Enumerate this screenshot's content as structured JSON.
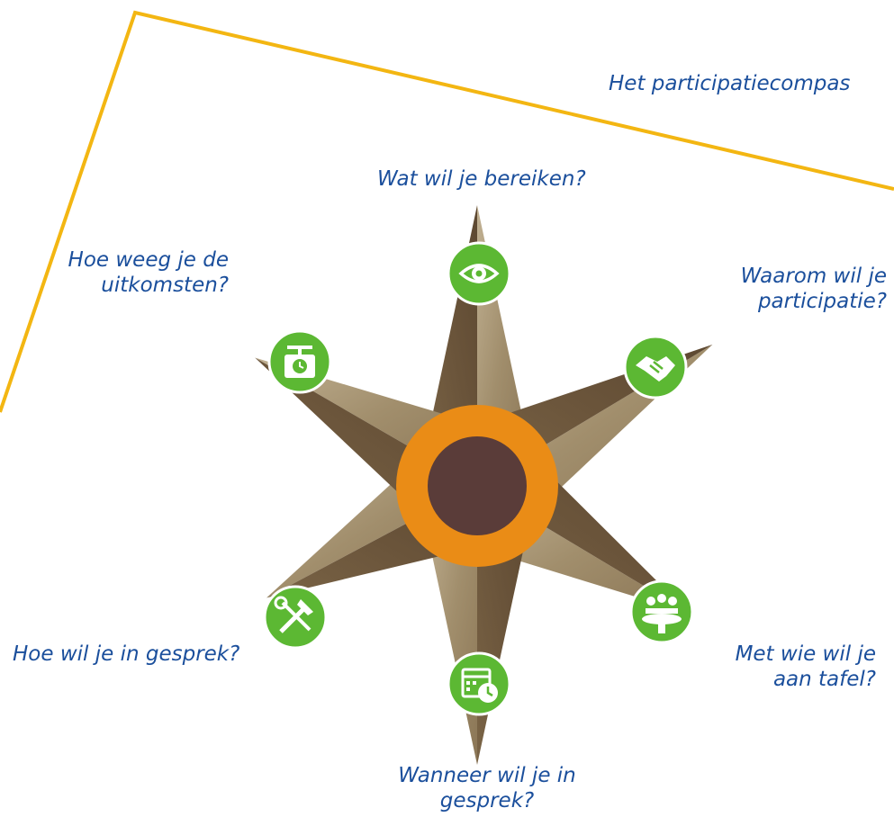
{
  "title": "Het participatiecompas",
  "colors": {
    "frame_line": "#f3b612",
    "label_text": "#1b4f9c",
    "icon_green": "#5cb833",
    "icon_green_border": "#ffffff",
    "hub_orange": "#ea8c16",
    "hub_center": "#5a3c39",
    "wood_light": "#b5a585",
    "wood_dark": "#6a543b"
  },
  "compass_points": [
    {
      "id": "n",
      "icon": "eye-icon",
      "lines": [
        "Wat wil je bereiken?"
      ]
    },
    {
      "id": "ne",
      "icon": "handshake-icon",
      "lines": [
        "Waarom wil je",
        "participatie?"
      ]
    },
    {
      "id": "se",
      "icon": "meeting-table-icon",
      "lines": [
        "Met wie wil je",
        "aan tafel?"
      ]
    },
    {
      "id": "s",
      "icon": "calendar-clock-icon",
      "lines": [
        "Wanneer wil je in",
        "gesprek?"
      ]
    },
    {
      "id": "sw",
      "icon": "tools-icon",
      "lines": [
        "Hoe wil je in gesprek?"
      ]
    },
    {
      "id": "nw",
      "icon": "scale-icon",
      "lines": [
        "Hoe weeg je de",
        "uitkomsten?"
      ]
    }
  ]
}
